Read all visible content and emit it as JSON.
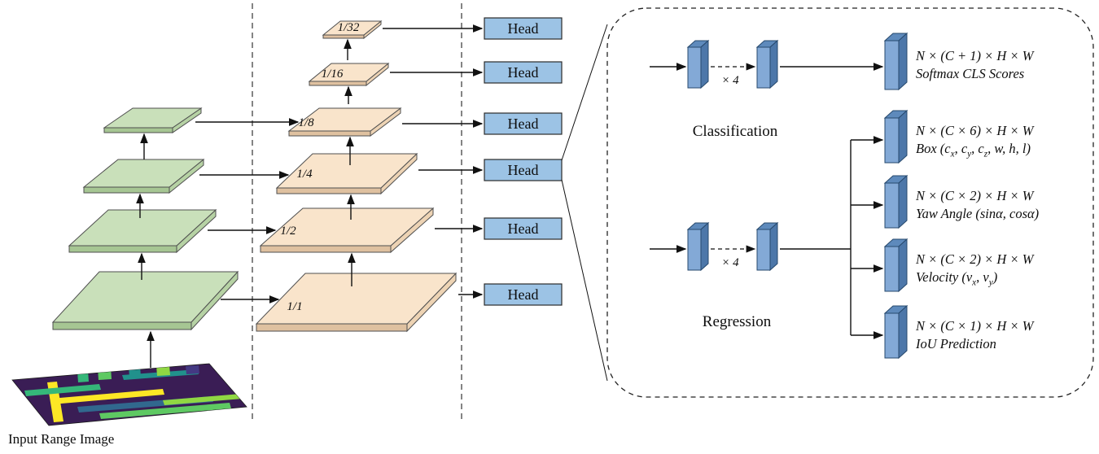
{
  "figure": {
    "input_label": "Input Range Image",
    "decoder_scales": [
      "1/32",
      "1/16",
      "1/8",
      "1/4",
      "1/2",
      "1/1"
    ],
    "head_label": "Head",
    "detail": {
      "classification_label": "Classification",
      "regression_label": "Regression",
      "repeat_label": "× 4",
      "classification_output": {
        "shape": "N × (C + 1) × H × W",
        "desc": "Softmax CLS Scores"
      },
      "regression_outputs": [
        {
          "shape": "N × (C × 6) × H × W",
          "desc": "Box (c_{x}, c_{y}, c_{z}, w, h, l)"
        },
        {
          "shape": "N × (C × 2) × H × W",
          "desc": "Yaw Angle (sinα, cosα)"
        },
        {
          "shape": "N × (C × 2) × H × W",
          "desc": "Velocity (v_{x}, v_{y})"
        },
        {
          "shape": "N × (C × 1) × H × W",
          "desc": "IoU Prediction"
        }
      ]
    },
    "colors": {
      "encoder_block": "#c9e0ba",
      "decoder_block": "#f9e4cb",
      "head_box": "#9cc3e5",
      "conv_block": "#83a9d6",
      "range_image_bg": "#3a1d55"
    }
  }
}
